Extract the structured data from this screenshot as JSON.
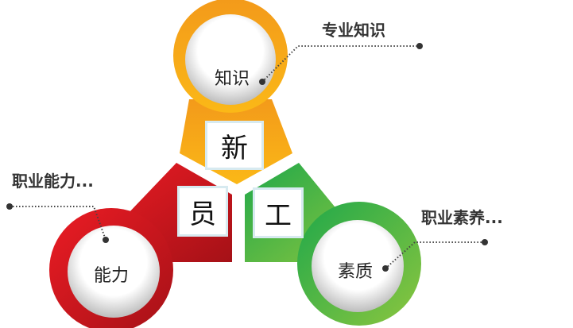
{
  "center_chars": [
    "新",
    "员",
    "工"
  ],
  "circles": [
    {
      "text": "知识",
      "color": "#f7a21b"
    },
    {
      "text": "能力",
      "color": "#d81e27"
    },
    {
      "text": "素质",
      "color": "#4cb848"
    }
  ],
  "labels": {
    "top": "专业知识",
    "left": "职业能力...",
    "right": "职业素养..."
  }
}
